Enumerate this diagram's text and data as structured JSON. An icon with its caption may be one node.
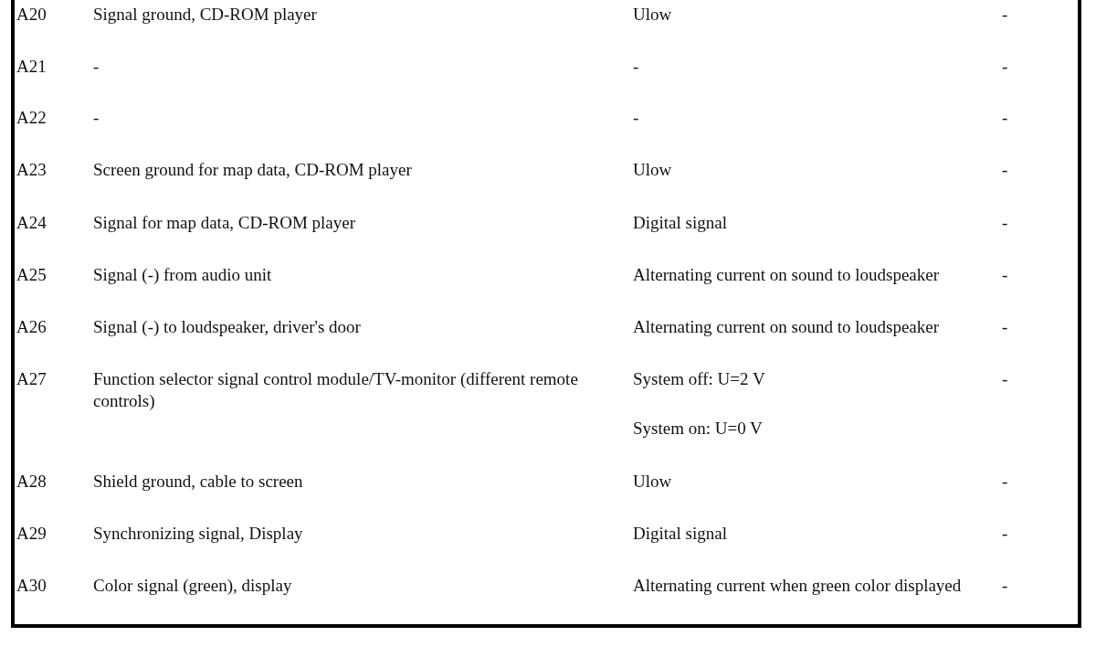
{
  "diagram": {
    "labels": [
      "A20",
      "Signal ground, CD-ROM player",
      "Ulow",
      "-",
      "A21",
      "-",
      "-",
      "-",
      "A22",
      "-",
      "-",
      "-",
      "A23",
      "Screen ground for map data, CD-ROM player",
      "Ulow",
      "-",
      "A24",
      "Signal for map data, CD-ROM player",
      "Digital signal",
      "-",
      "A25",
      "Signal (-) from audio unit",
      "Alternating current on sound to loudspeaker",
      "-",
      "A26",
      "Signal (-) to loudspeaker, driver's door",
      "Alternating current on sound to loudspeaker",
      "-",
      "A27",
      "Function selector signal control module/TV-monitor (different remote controls)",
      "System off: U=2 V",
      "System on: U=0 V",
      "-",
      "A28",
      "Shield ground, cable to screen",
      "Ulow",
      "-",
      "A29",
      "Synchronizing signal, Display",
      "Digital signal",
      "-",
      "A30",
      "Color signal (green), display",
      "Alternating current when green color displayed",
      "-"
    ]
  }
}
